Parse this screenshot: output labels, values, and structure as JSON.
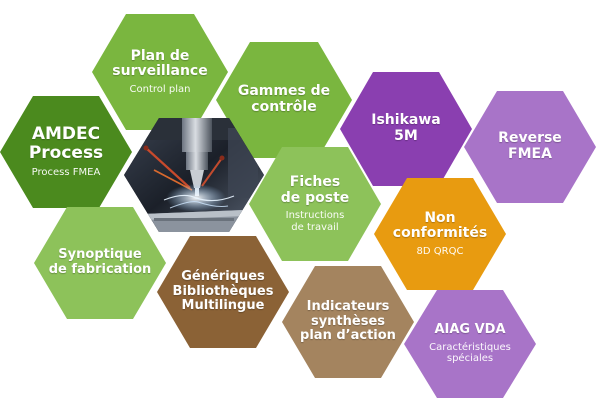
{
  "colors": {
    "green_dark": "#4b8a1e",
    "green": "#7ab63f",
    "green_light": "#8dc25a",
    "purple": "#8a3fb0",
    "purple_light": "#a874c8",
    "orange": "#e89b10",
    "brown": "#8b6236",
    "brown_light": "#a4845f"
  },
  "hexes": {
    "amdec": {
      "title": "AMDEC\nProcess",
      "subtitle": "Process FMEA",
      "color": "#4b8a1e"
    },
    "plan": {
      "title": "Plan de\nsurveillance",
      "subtitle": "Control plan",
      "color": "#7ab63f"
    },
    "gammes": {
      "title": "Gammes de\ncontrôle",
      "color": "#7ab63f"
    },
    "ishikawa": {
      "title": "Ishikawa\n5M",
      "color": "#8a3fb0"
    },
    "reverse": {
      "title": "Reverse\nFMEA",
      "color": "#a874c8"
    },
    "fiches": {
      "title": "Fiches\nde poste",
      "subtitle": "Instructions\nde travail",
      "color": "#8dc25a"
    },
    "nonconf": {
      "title": "Non\nconformités",
      "subtitle": "8D QRQC",
      "color": "#e89b10"
    },
    "synop": {
      "title": "Synoptique\nde fabrication",
      "color": "#8dc25a"
    },
    "generiques": {
      "title": "Génériques\nBibliothèques\nMultilingue",
      "color": "#8b6236"
    },
    "indic": {
      "title": "Indicateurs\nsynthèses\nplan d’action",
      "color": "#a4845f"
    },
    "aiag": {
      "title": "AIAG VDA",
      "subtitle": "Caractéristiques\nspéciales",
      "color": "#a874c8"
    }
  },
  "image": {
    "icon": "cnc-machining-photo"
  }
}
